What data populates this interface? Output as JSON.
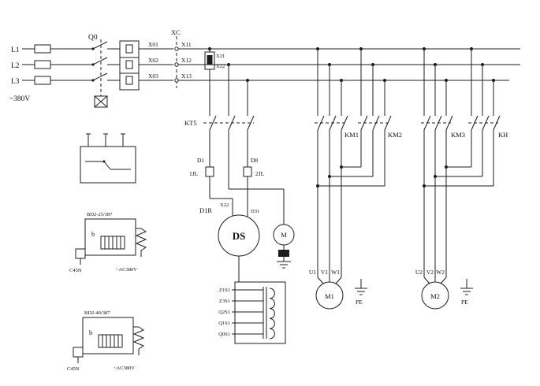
{
  "supply": {
    "phases": [
      "L1",
      "L2",
      "L3"
    ],
    "voltage": "~380V",
    "breaker": "Q0"
  },
  "terminals": {
    "left": [
      "X01",
      "X02",
      "X03"
    ],
    "connector": "XC",
    "right": [
      "X11",
      "X12",
      "X13"
    ],
    "fuse_top": "X21",
    "fuse_bottom": "X22"
  },
  "control": {
    "timer": "KT5",
    "diode_left": "D1",
    "diode_right": "D8",
    "fuse_left": "1JL",
    "fuse_right": "2JL",
    "rectifier": "D1R",
    "chuck_term_left": "X22",
    "chuck_term_right": "D31",
    "chuck": "DS",
    "small_motor": "M",
    "selector_taps": [
      "Z1S1",
      "Z3S1",
      "Q2S1",
      "Q1S1",
      "Q0S1"
    ]
  },
  "contactors": {
    "km1": "KM1",
    "km2": "KM2",
    "km3": "KM3",
    "kh": "KH"
  },
  "motor1": {
    "terminals": [
      "U1",
      "V1",
      "W1"
    ],
    "name": "M1",
    "ground": "PE"
  },
  "motor2": {
    "terminals": [
      "U2",
      "V2",
      "W2"
    ],
    "name": "M2",
    "ground": "PE"
  },
  "modules": [
    {
      "model": "BD2-25/387",
      "letter": "b",
      "breaker": "C45N",
      "coil": "~AC380V"
    },
    {
      "model": "BD2-40/387",
      "letter": "b",
      "breaker": "C45N",
      "coil": "~AC380V"
    }
  ]
}
